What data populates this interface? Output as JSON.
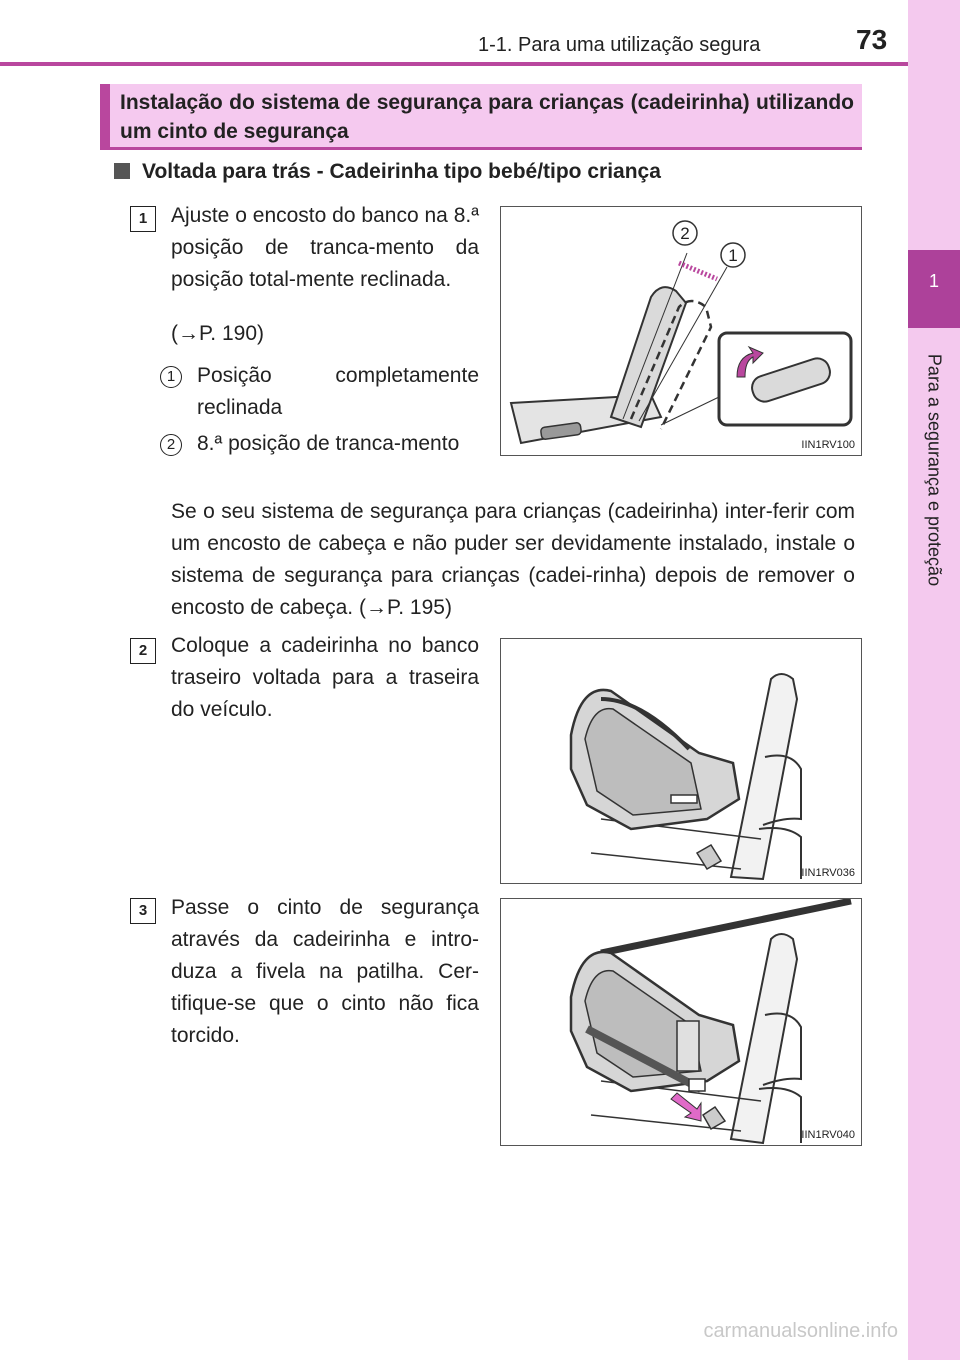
{
  "header": {
    "section_ref": "1-1. Para uma utilização segura",
    "page_number": "73"
  },
  "side_tab": {
    "chapter_number": "1",
    "chapter_title": "Para a segurança e proteção"
  },
  "section": {
    "title": "Instalação do sistema de segurança para crianças (cadeirinha) utilizando um cinto de segurança"
  },
  "subsection": {
    "heading": "Voltada para trás - Cadeirinha tipo bebé/tipo criança"
  },
  "steps": [
    {
      "number": "1",
      "text": "Ajuste o encosto do banco na 8.ª posição de tranca-mento da posição total-mente reclinada.",
      "reference": "(→P. 190)",
      "callouts": [
        {
          "number": "1",
          "text": "Posição completamente reclinada"
        },
        {
          "number": "2",
          "text": "8.ª posição de tranca-mento"
        }
      ],
      "note": "Se o seu sistema de segurança para crianças (cadeirinha) inter-ferir com um encosto de cabeça e não puder ser devidamente instalado, instale o sistema de segurança para crianças (cadei-rinha) depois de remover o encosto de cabeça. (→P. 195)",
      "figure_code": "IIN1RV100"
    },
    {
      "number": "2",
      "text": "Coloque a cadeirinha no banco traseiro voltada para a traseira do veículo.",
      "figure_code": "IIN1RV036"
    },
    {
      "number": "3",
      "text": "Passe o cinto de segurança através da cadeirinha e intro-duza a fivela na patilha. Cer-tifique-se que o cinto não fica torcido.",
      "figure_code": "IIN1RV040"
    }
  ],
  "figure1_labels": [
    "2",
    "1"
  ],
  "footer": {
    "watermark": "carmanualsonline.info"
  },
  "colors": {
    "accent": "#b9479e",
    "tab_light": "#f4c9ee",
    "header_bg": "#f5c9ef"
  }
}
